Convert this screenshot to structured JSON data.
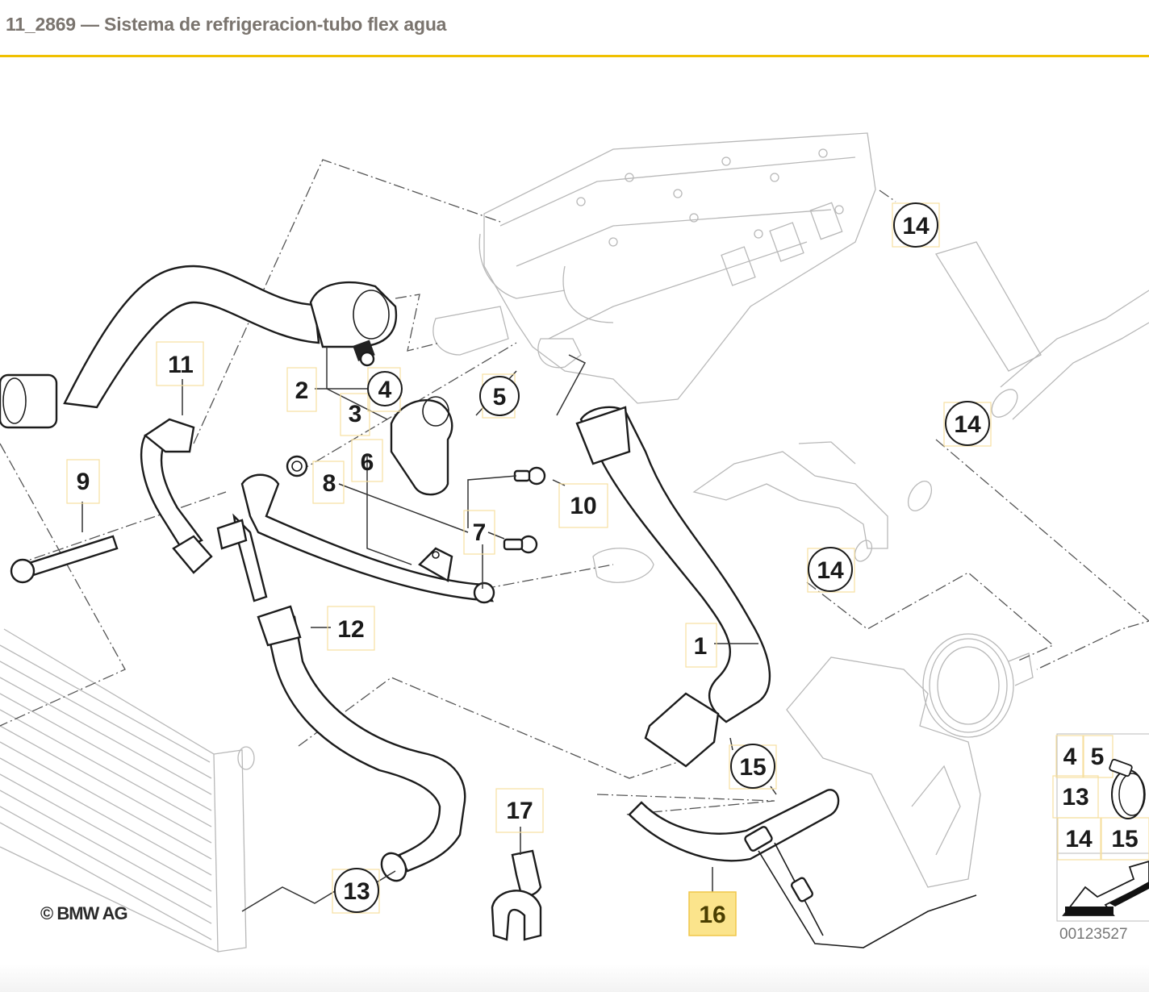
{
  "header": {
    "title": "11_2869 — Sistema de refrigeracion-tubo flex agua",
    "accent_color": "#f0c000"
  },
  "diagram": {
    "copyright": "© BMW AG",
    "drawing_number": "00123527",
    "highlighted_part": "16",
    "highlight_color": "#fbe48c",
    "callouts": [
      {
        "id": "1",
        "shape": "square"
      },
      {
        "id": "2",
        "shape": "square"
      },
      {
        "id": "3",
        "shape": "square"
      },
      {
        "id": "4",
        "shape": "circle"
      },
      {
        "id": "5",
        "shape": "circle"
      },
      {
        "id": "6",
        "shape": "square"
      },
      {
        "id": "7",
        "shape": "square"
      },
      {
        "id": "8",
        "shape": "square"
      },
      {
        "id": "9",
        "shape": "square"
      },
      {
        "id": "10",
        "shape": "square"
      },
      {
        "id": "11",
        "shape": "square"
      },
      {
        "id": "12",
        "shape": "square"
      },
      {
        "id": "13",
        "shape": "circle"
      },
      {
        "id": "14",
        "shape": "circle"
      },
      {
        "id": "14",
        "shape": "circle"
      },
      {
        "id": "14",
        "shape": "circle"
      },
      {
        "id": "15",
        "shape": "circle"
      },
      {
        "id": "16",
        "shape": "square"
      },
      {
        "id": "17",
        "shape": "square"
      }
    ],
    "legend": {
      "items": [
        "4",
        "5",
        "13",
        "14",
        "15"
      ],
      "icon": "hose-clamp-icon",
      "arrow": "orientation-arrow-icon"
    }
  }
}
